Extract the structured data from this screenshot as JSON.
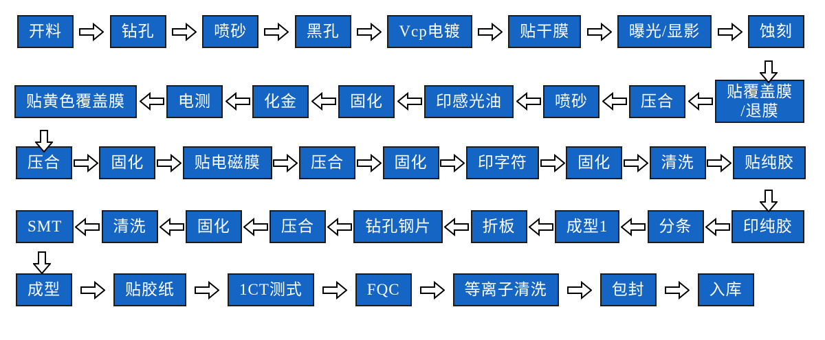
{
  "page": {
    "background": "#ffffff"
  },
  "colors": {
    "box_bg": "#1565C4",
    "box_border": "#1c1c1c",
    "box_text": "#ffffff",
    "arrow_fill": "#ffffff",
    "arrow_stroke": "#000000"
  },
  "flow": {
    "rows": [
      {
        "direction": "right",
        "items_visual_ltr": [
          "开料",
          "钻孔",
          "喷砂",
          "黑孔",
          "Vcp电镀",
          "贴干膜",
          "曝光/显影",
          "蚀刻"
        ]
      },
      {
        "direction": "left",
        "items_visual_ltr": [
          "贴黄色覆盖膜",
          "电测",
          "化金",
          "固化",
          "印感光油",
          "喷砂",
          "压合",
          "贴覆盖膜\n/退膜"
        ]
      },
      {
        "direction": "right",
        "items_visual_ltr": [
          "压合",
          "固化",
          "贴电磁膜",
          "压合",
          "固化",
          "印字符",
          "固化",
          "清洗",
          "贴纯胶"
        ]
      },
      {
        "direction": "left",
        "items_visual_ltr": [
          "SMT",
          "清洗",
          "固化",
          "压合",
          "钻孔钢片",
          "折板",
          "成型1",
          "分条",
          "印纯胶"
        ]
      },
      {
        "direction": "right",
        "items_visual_ltr": [
          "成型",
          "贴胶纸",
          "1CT测式",
          "FQC",
          "等离子清洗",
          "包封",
          "入库"
        ]
      }
    ],
    "process_order": [
      "开料",
      "钻孔",
      "喷砂",
      "黑孔",
      "Vcp电镀",
      "贴干膜",
      "曝光/显影",
      "蚀刻",
      "贴覆盖膜/退膜",
      "压合",
      "喷砂",
      "印感光油",
      "固化",
      "化金",
      "电测",
      "贴黄色覆盖膜",
      "压合",
      "固化",
      "贴电磁膜",
      "压合",
      "固化",
      "印字符",
      "固化",
      "清洗",
      "贴纯胶",
      "印纯胶",
      "分条",
      "成型1",
      "折板",
      "钻孔钢片",
      "压合",
      "固化",
      "清洗",
      "SMT",
      "成型",
      "贴胶纸",
      "1CT测式",
      "FQC",
      "等离子清洗",
      "包封",
      "入库"
    ]
  }
}
